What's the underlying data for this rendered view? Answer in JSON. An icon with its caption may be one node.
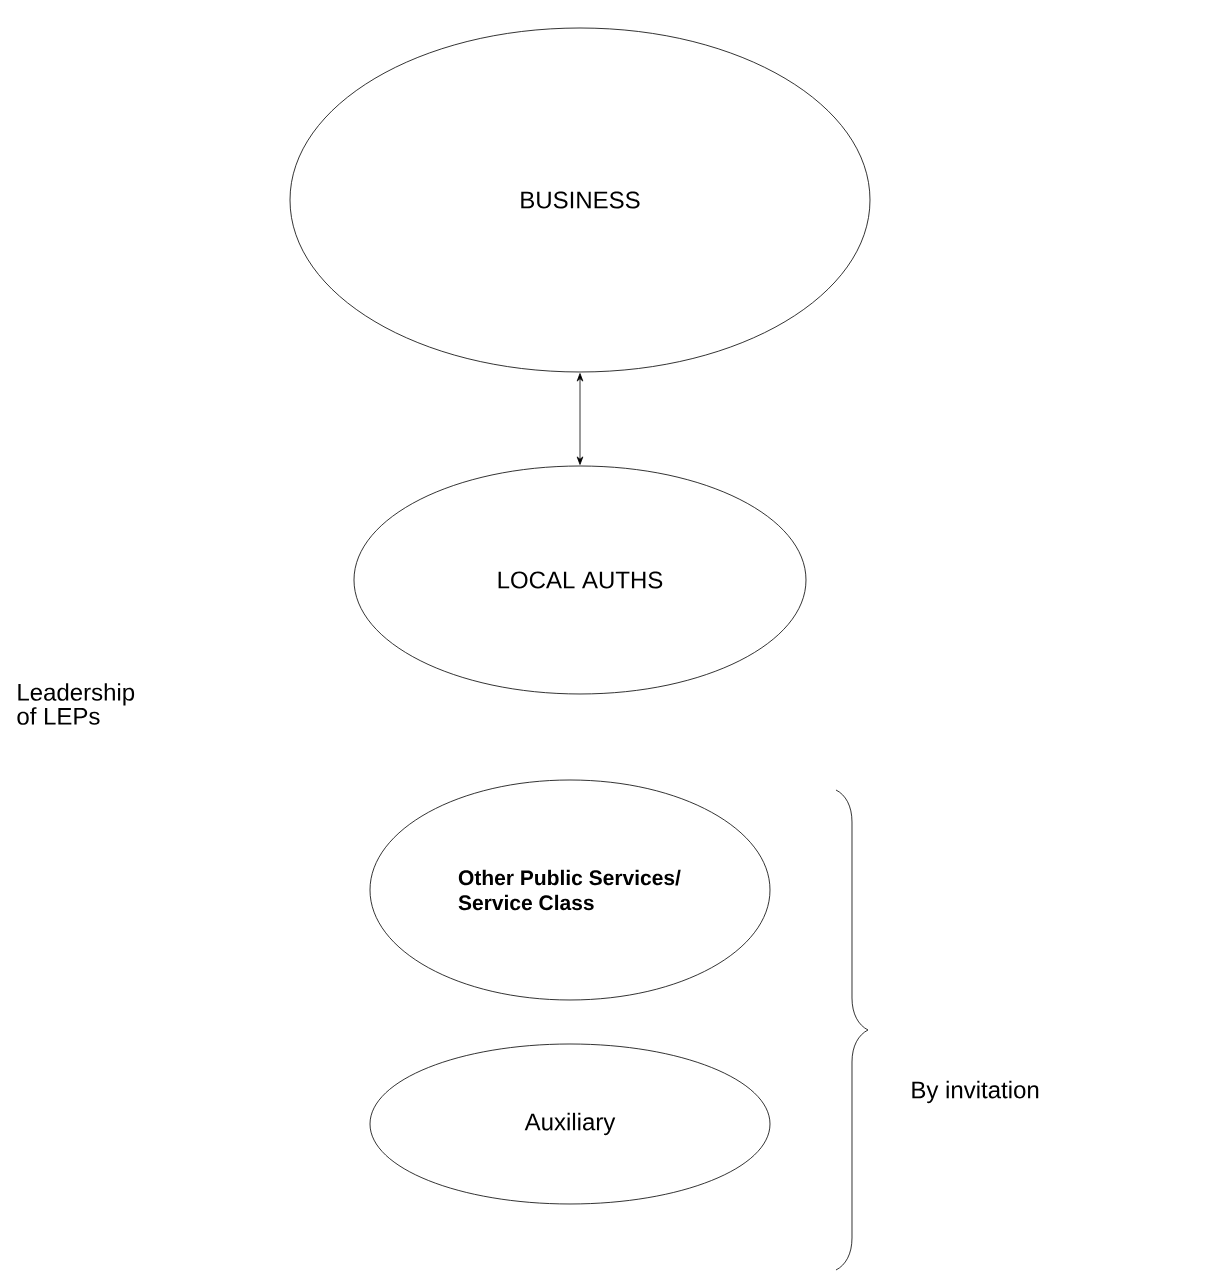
{
  "diagram": {
    "nodes": [
      {
        "text": [
          "BUSINESS"
        ]
      },
      {
        "text": [
          "LOCAL AUTHS"
        ]
      },
      {
        "text": [
          "Other Public Services/ Service Class"
        ]
      },
      {
        "text": [
          "Auxiliary"
        ]
      }
    ],
    "edges": [
      {
        "from": 0,
        "to": 1,
        "arrow": "both"
      }
    ],
    "labels": [
      "Leadership of LEPs",
      "By invitation"
    ]
  }
}
